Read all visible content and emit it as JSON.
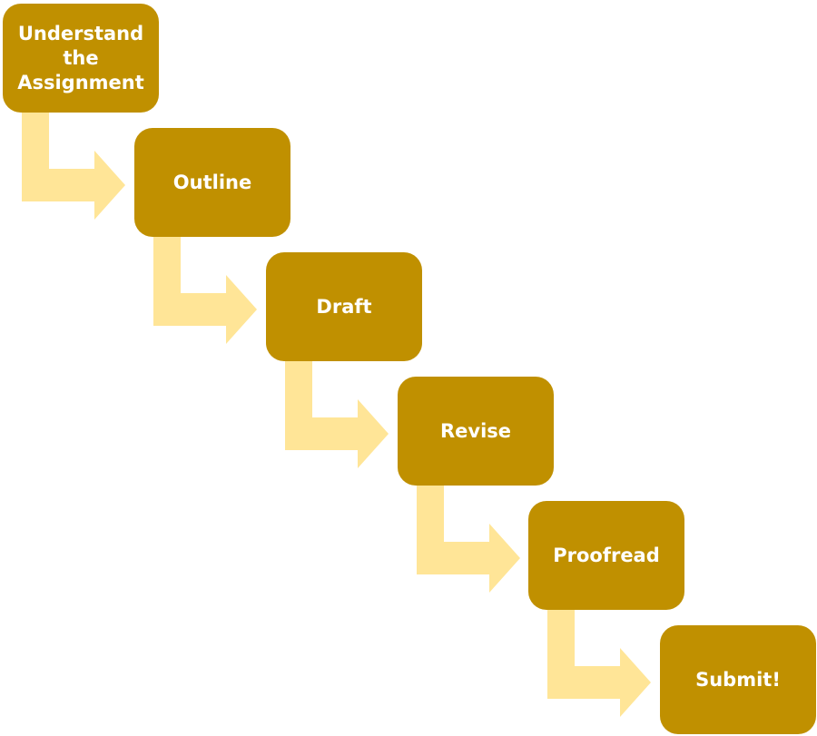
{
  "colors": {
    "box_fill": "#C09000",
    "box_text": "#FFFFFF",
    "arrow_fill": "#FFE597"
  },
  "steps": [
    {
      "label": "Understand the Assignment"
    },
    {
      "label": "Outline"
    },
    {
      "label": "Draft"
    },
    {
      "label": "Revise"
    },
    {
      "label": "Proofread"
    },
    {
      "label": "Submit!"
    }
  ]
}
